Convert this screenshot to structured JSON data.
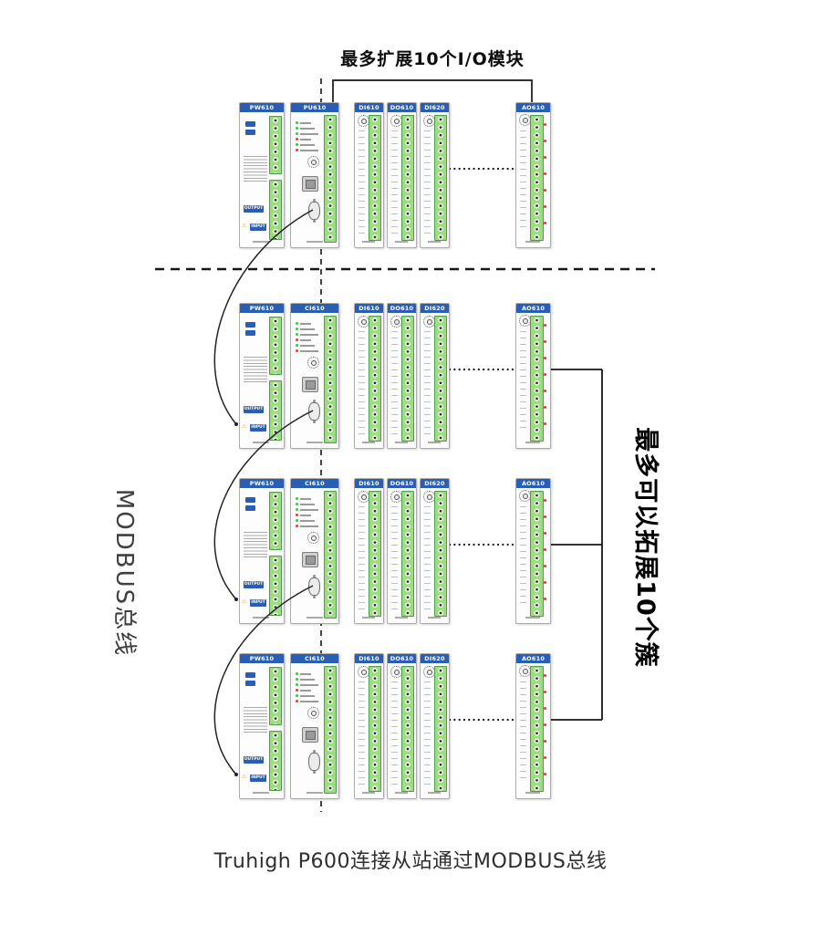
{
  "diagram": {
    "top_note": "最多扩展10个I/O模块",
    "left_bus_label": "MODBUS总线",
    "right_note": "最多可以拓展10个簇",
    "caption": "Truhigh P600连接从站通过MODBUS总线"
  },
  "colors": {
    "header_blue": "#2a5db4",
    "terminal_green": "#9ddc82",
    "terminal_border_green": "#4f9b4f",
    "led_green": "#2ecc40",
    "led_red": "#e53935",
    "line_black": "#161616"
  },
  "pw_module": {
    "output_label": "OUTPUT",
    "input_label": "INPUT",
    "warning_icon": "⚠"
  },
  "clusters": [
    {
      "id": 1,
      "rack": [
        "PW610",
        "PU610",
        "DI610",
        "DO610",
        "DI620"
      ],
      "remote": "AO610"
    },
    {
      "id": 2,
      "rack": [
        "PW610",
        "CI610",
        "DI610",
        "DO610",
        "DI620"
      ],
      "remote": "AO610"
    },
    {
      "id": 3,
      "rack": [
        "PW610",
        "CI610",
        "DI610",
        "DO610",
        "DI620"
      ],
      "remote": "AO610"
    },
    {
      "id": 4,
      "rack": [
        "PW610",
        "CI610",
        "DI610",
        "DO610",
        "DI620"
      ],
      "remote": "AO610"
    }
  ]
}
